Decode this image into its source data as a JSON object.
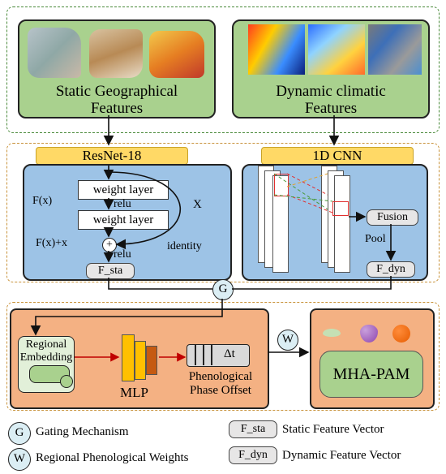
{
  "top": {
    "static_title_line1": "Static Geographical",
    "static_title_line2": "Features",
    "dynamic_title_line1": "Dynamic climatic",
    "dynamic_title_line2": "Features"
  },
  "resnet": {
    "header": "ResNet-18",
    "weight_layer_1": "weight layer",
    "weight_layer_2": "weight layer",
    "fx": "F(x)",
    "relu_1": "relu",
    "fx_plus_x": "F(x)+x",
    "relu_2": "relu",
    "x_label": "X",
    "identity": "identity",
    "plus": "+",
    "output": "F_sta"
  },
  "cnn": {
    "header": "1D CNN",
    "fusion": "Fusion",
    "pool": "Pool",
    "output": "F_dyn"
  },
  "gate": {
    "symbol": "G"
  },
  "bottom": {
    "regional_embedding_line1": "Regional",
    "regional_embedding_line2": "Embedding",
    "mlp": "MLP",
    "delta_t": "Δt",
    "phase_line1": "Phenological",
    "phase_line2": "Phase Offset",
    "w_symbol": "W",
    "mha_pam": "MHA-PAM"
  },
  "legend": {
    "g_symbol": "G",
    "g_text": "Gating Mechanism",
    "w_symbol": "W",
    "w_text": "Regional Phenological Weights",
    "fsta_label": "F_sta",
    "fsta_text": "Static Feature Vector",
    "fdyn_label": "F_dyn",
    "fdyn_text": "Dynamic Feature Vector"
  },
  "colors": {
    "green_panel": "#a9d18e",
    "blue_panel": "#9dc3e6",
    "orange_panel": "#f4b183",
    "header_yellow": "#ffd966",
    "gate_circle": "#dbeef4"
  }
}
